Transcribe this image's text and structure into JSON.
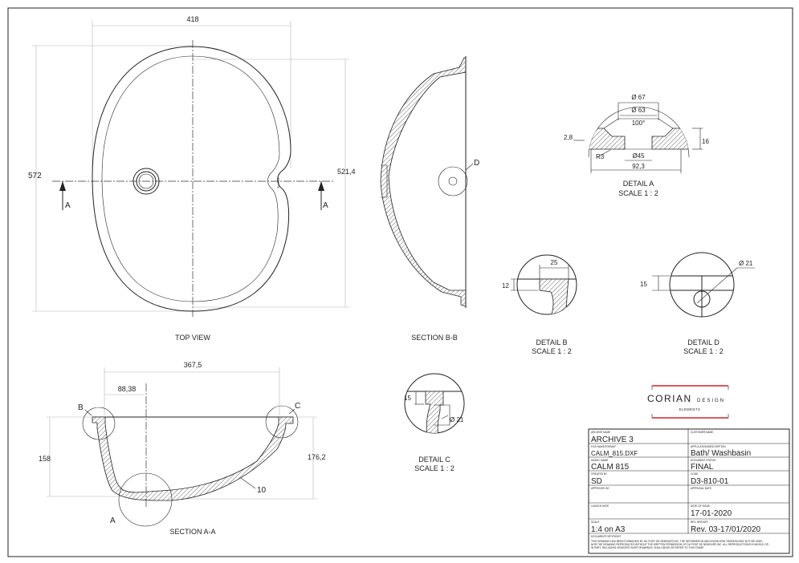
{
  "brand": {
    "name": "CORIAN",
    "design": "DESIGN",
    "sub": "ELEMENTS",
    "accent_color": "#d2232a"
  },
  "views": {
    "top": {
      "caption": "TOP VIEW",
      "dim_width": "418",
      "dim_height": "572",
      "dim_inner_height": "521,4",
      "cut_label": "A"
    },
    "section_bb": {
      "caption": "SECTION B-B",
      "detail_marker": "D"
    },
    "section_aa": {
      "caption": "SECTION A-A",
      "dim_width": "367,5",
      "dim_offset": "88,38",
      "dim_left_height": "158",
      "dim_right_height": "176,2",
      "dim_wall": "10",
      "detail_markers": [
        "B",
        "C",
        "A"
      ]
    },
    "detail_a": {
      "title": "DETAIL A",
      "scale": "SCALE 1 : 2",
      "dims": [
        "Ø 67",
        "Ø 63",
        "100°",
        "2,8",
        "16",
        "R3",
        "Ø45",
        "92,3"
      ]
    },
    "detail_b": {
      "title": "DETAIL B",
      "scale": "SCALE 1 : 2",
      "dims": [
        "25",
        "12"
      ]
    },
    "detail_c": {
      "title": "DETAIL C",
      "scale": "SCALE 1 : 2",
      "dims": [
        "15",
        "Ø 21"
      ]
    },
    "detail_d": {
      "title": "DETAIL D",
      "scale": "SCALE 1 : 2",
      "dims": [
        "15",
        "Ø 21"
      ]
    }
  },
  "title_block": {
    "archive_label": "ARCHIVE NAME",
    "archive_value": "ARCHIVE 3",
    "customer_label": "CUSTOMER NAME",
    "customer_value": "",
    "file_label": "FILE NAME/FORMAT",
    "file_value": "CALM_815.DXF",
    "application_label": "APPLICATION/DESCRIPTION",
    "application_value": "Bath/ Washbasin",
    "model_label": "MODEL NAME",
    "model_value": "CALM 815",
    "status_label": "DOCUMENT STATUS",
    "status_value": "FINAL",
    "created_label": "CREATED BY",
    "created_value": "SD",
    "code_label": "CODE",
    "code_value": "D3-810-01",
    "approved_label": "APPROVED BY",
    "approval_date_label": "APPROVAL DATE",
    "launch_label": "LAUNCH DATE",
    "issue_label": "DATE OF ISSUE",
    "issue_value": "17-01-2020",
    "scale_label": "SCALE",
    "scale_value": "1:4 on A3",
    "rev_label": "REV. NR/DATE",
    "rev_value": "Rev. 03-17/01/2020",
    "doc_label": "DOCUMENTCOPYRIGHT",
    "disclaimer_1": "THIS DRAWING HAS BEEN FURNISHED BY DU PONT DE NEMOURS INC. THE INFORMATION AND KNOW-HOW THEREON MAY NOT BE USED",
    "disclaimer_2": "NOR THE DRAWING REPRODUCED WITHOUT THE WRITTEN PERMISSION OF DU PONT DE NEMOURS INC. ALL REPRODUCTIONS IN WHOLE OR",
    "disclaimer_3": "IN PART, INCLUDING VENDOR'S SHOP DRAWINGS, SHALL BEAR OR REFER TO THIS STAMP."
  }
}
